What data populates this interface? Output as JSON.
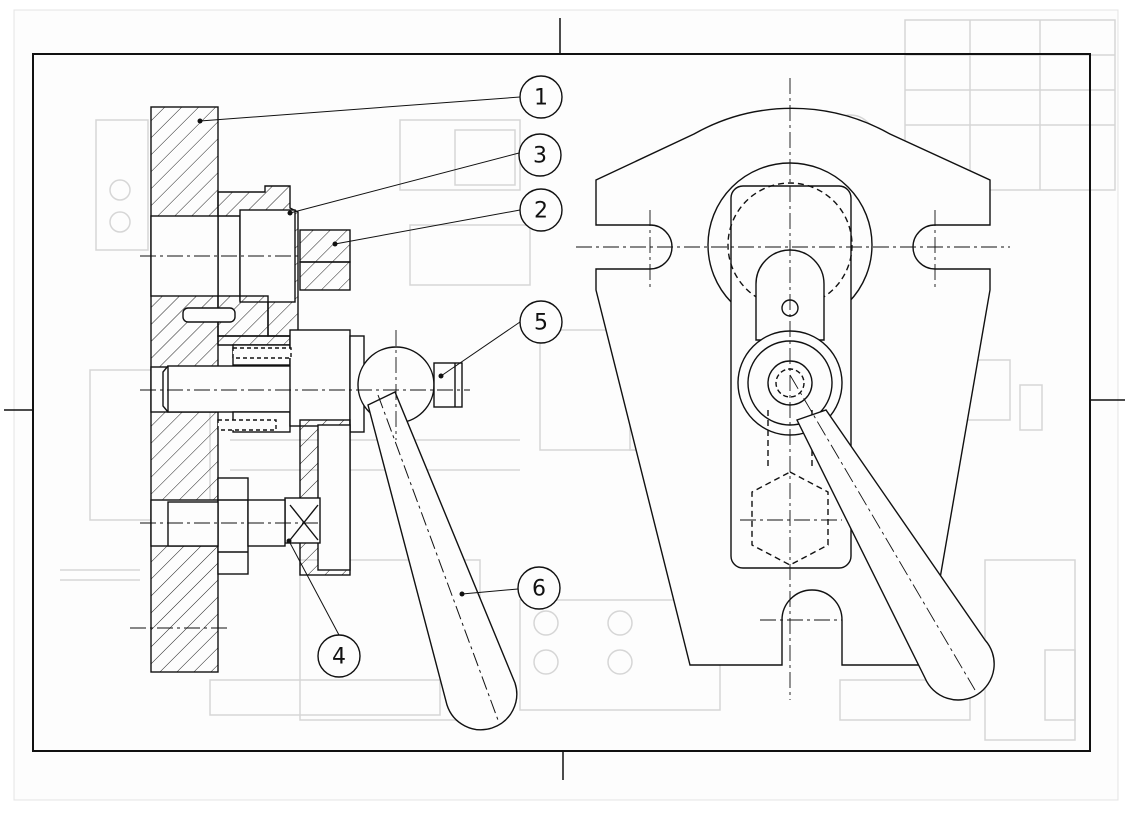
{
  "balloons": [
    {
      "label": "1"
    },
    {
      "label": "3"
    },
    {
      "label": "2"
    },
    {
      "label": "5"
    },
    {
      "label": "6"
    },
    {
      "label": "4"
    }
  ],
  "colors": {
    "ink": "#111111",
    "ghost": "#d4d4d4",
    "paper": "#fdfdfd",
    "hatch": "#222222"
  }
}
